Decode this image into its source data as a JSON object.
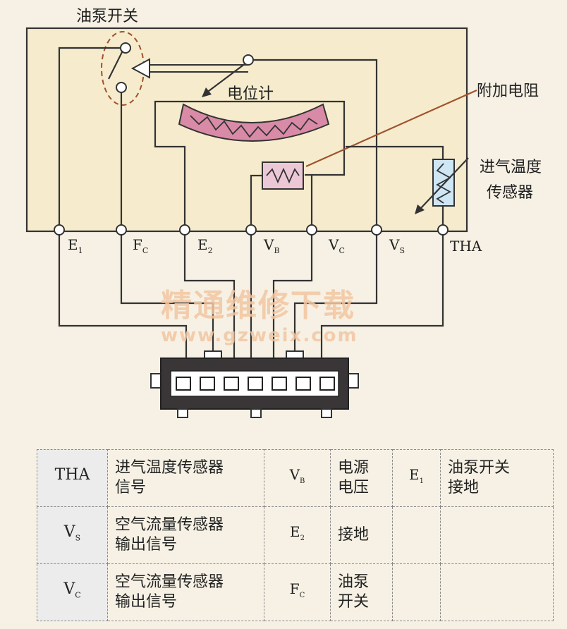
{
  "labels": {
    "fuel_pump_switch": "油泵开关",
    "potentiometer": "电位计",
    "added_resistor": "附加电阻",
    "intake_temp_sensor_line1": "进气温度",
    "intake_temp_sensor_line2": "传感器"
  },
  "terminals": [
    {
      "main": "E",
      "sub": "1"
    },
    {
      "main": "F",
      "sub": "C"
    },
    {
      "main": "E",
      "sub": "2"
    },
    {
      "main": "V",
      "sub": "B"
    },
    {
      "main": "V",
      "sub": "C"
    },
    {
      "main": "V",
      "sub": "S"
    },
    {
      "main": "THA",
      "sub": ""
    }
  ],
  "watermark": {
    "line1": "精通维修下载",
    "line2": "www.gzweix.com"
  },
  "legend_table": {
    "rows": [
      [
        {
          "main": "THA",
          "sub": ""
        },
        {
          "text": "进气温度传感器",
          "text2": "信号"
        },
        {
          "main": "V",
          "sub": "B"
        },
        {
          "text": "电源",
          "text2": "电压"
        },
        {
          "main": "E",
          "sub": "1"
        },
        {
          "text": "油泵开关",
          "text2": "接地"
        }
      ],
      [
        {
          "main": "V",
          "sub": "S"
        },
        {
          "text": "空气流量传感器",
          "text2": "输出信号"
        },
        {
          "main": "E",
          "sub": "2"
        },
        {
          "text": "接地",
          "text2": ""
        },
        {
          "main": "",
          "sub": ""
        },
        {
          "text": "",
          "text2": ""
        }
      ],
      [
        {
          "main": "V",
          "sub": "C"
        },
        {
          "text": "空气流量传感器",
          "text2": "输出信号"
        },
        {
          "main": "F",
          "sub": "C"
        },
        {
          "text": "油泵",
          "text2": "开关"
        },
        {
          "main": "",
          "sub": ""
        },
        {
          "text": "",
          "text2": ""
        }
      ]
    ]
  }
}
